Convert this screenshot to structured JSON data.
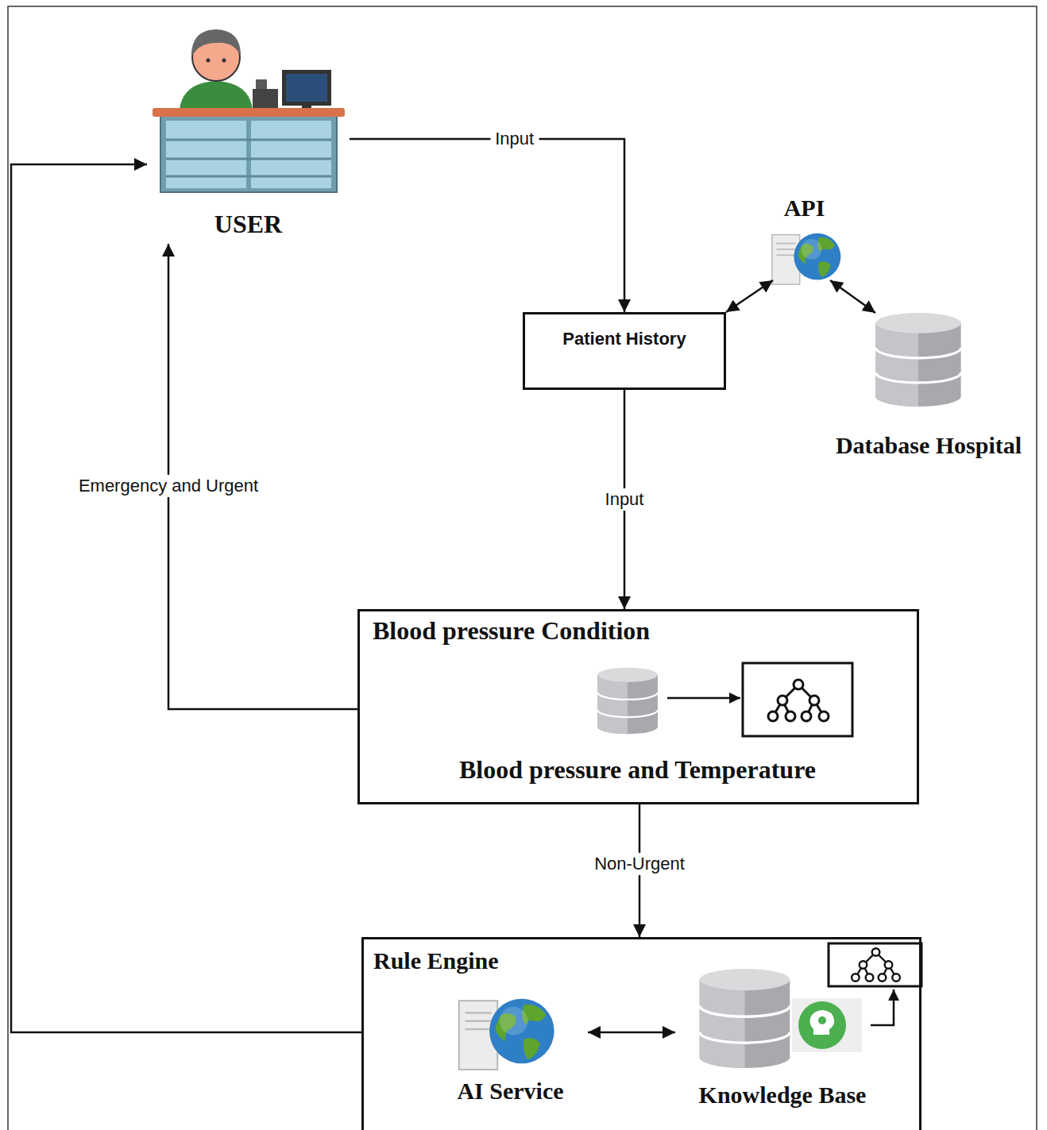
{
  "diagram": {
    "nodes": [
      {
        "text": [
          "USER"
        ]
      },
      {
        "text": [
          "API"
        ]
      },
      {
        "text": [
          "Patient History"
        ]
      },
      {
        "text": [
          "Database Hospital"
        ]
      },
      {
        "text": [
          "Blood pressure Condition"
        ]
      },
      {
        "text": [
          "Blood pressure and Temperature"
        ],
        "in": 4
      },
      {
        "text": [
          "Rule Engine"
        ]
      },
      {
        "text": [
          "AI Service"
        ],
        "in": 6
      },
      {
        "text": [
          "Knowledge Base"
        ],
        "in": 6
      }
    ],
    "edges": [
      {
        "from": 0,
        "to": 2,
        "label": "Input",
        "arrow": "to"
      },
      {
        "from": 2,
        "to": 1,
        "arrow": "both"
      },
      {
        "from": 1,
        "to": 3,
        "arrow": "both"
      },
      {
        "from": 2,
        "to": 4,
        "label": "Input",
        "arrow": "to"
      },
      {
        "from": 4,
        "to": 0,
        "label": "Emergency and Urgent",
        "arrow": "to"
      },
      {
        "from": 4,
        "to": 6,
        "label": "Non-Urgent",
        "arrow": "to"
      },
      {
        "from": 6,
        "to": 0,
        "arrow": "to"
      },
      {
        "from": 7,
        "to": 8,
        "arrow": "both"
      }
    ]
  }
}
